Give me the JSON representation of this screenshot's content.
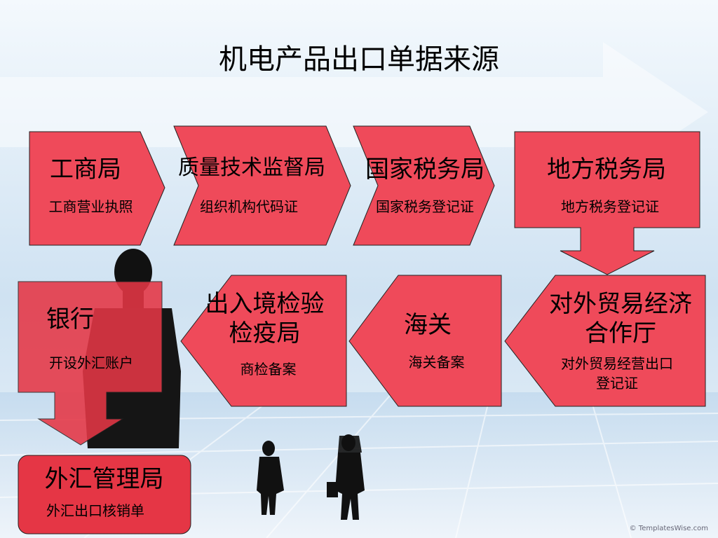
{
  "title": "机电产品出口单据来源",
  "nodes": [
    {
      "id": "gongshang",
      "name": "工商局",
      "doc": "工商营业执照"
    },
    {
      "id": "zhiliang",
      "name": "质量技术监督局",
      "doc": "组织机构代码证"
    },
    {
      "id": "guoshui",
      "name": "国家税务局",
      "doc": "国家税务登记证"
    },
    {
      "id": "dishui",
      "name": "地方税务局",
      "doc": "地方税务登记证"
    },
    {
      "id": "waimao",
      "name_line1": "对外贸易经济",
      "name_line2": "合作厅",
      "doc_line1": "对外贸易经营出口",
      "doc_line2": "登记证"
    },
    {
      "id": "haiguan",
      "name": "海关",
      "doc": "海关备案"
    },
    {
      "id": "jianyi",
      "name_line1": "出入境检验",
      "name_line2": "检疫局",
      "doc": "商检备案"
    },
    {
      "id": "yinhang",
      "name": "银行",
      "doc": "开设外汇账户"
    },
    {
      "id": "waihui",
      "name": "外汇管理局",
      "doc": "外汇出口核销单"
    }
  ],
  "copyright": "© TemplatesWise.com",
  "colors": {
    "shape_fill": "#ef4a5a",
    "shape_stroke": "#222222",
    "background": "#dbe9f5"
  }
}
